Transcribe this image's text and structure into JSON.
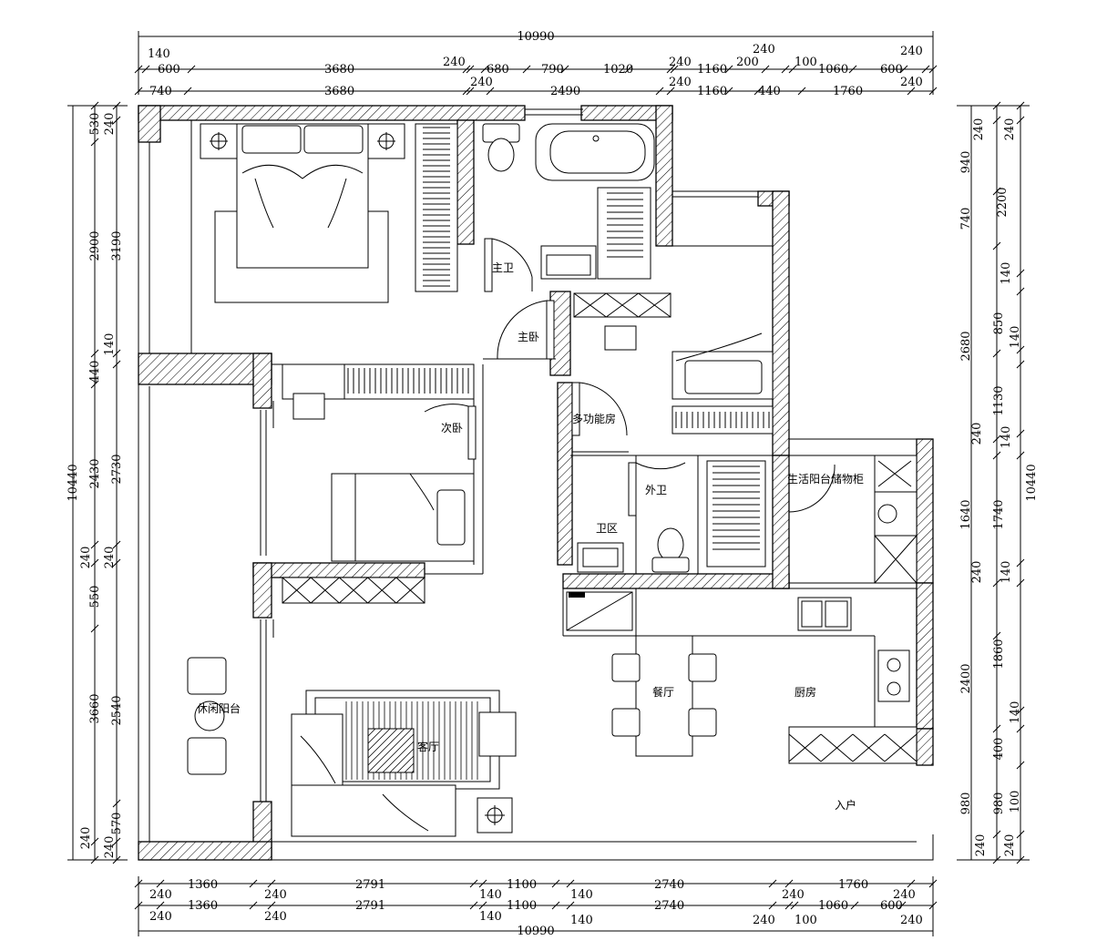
{
  "dims": {
    "top_total": "10990",
    "top_row1": [
      "140",
      "240",
      "240",
      "240",
      "240",
      "240"
    ],
    "top_row2": [
      "600",
      "3680",
      "680",
      "790",
      "1020",
      "1160",
      "200",
      "100",
      "1060",
      "600"
    ],
    "top_row3": [
      "740",
      "3680",
      "240",
      "2490",
      "240",
      "1160",
      "440",
      "1760",
      "240"
    ],
    "bottom_row1": [
      "240",
      "1360",
      "240",
      "2791",
      "140",
      "1100",
      "140",
      "2740",
      "240",
      "1760",
      "240"
    ],
    "bottom_row2": [
      "240",
      "1360",
      "240",
      "2791",
      "140",
      "1100",
      "140",
      "2740",
      "240",
      "100",
      "1060",
      "600",
      "240"
    ],
    "bottom_total": "10990",
    "left_total": "10440",
    "left_outer": [
      "530",
      "2900",
      "440",
      "2430",
      "240",
      "550",
      "3660",
      "240"
    ],
    "left_inner": [
      "240",
      "3190",
      "140",
      "2730",
      "240",
      "2540",
      "570",
      "240"
    ],
    "right_total": "10440",
    "right_outer": [
      "240",
      "940",
      "740",
      "2680",
      "240",
      "1640",
      "240",
      "2400",
      "980",
      "240"
    ],
    "right_inner": [
      "240",
      "2200",
      "140",
      "850",
      "140",
      "1130",
      "140",
      "1740",
      "140",
      "1860",
      "140",
      "400",
      "980",
      "100",
      "240"
    ]
  },
  "rooms": {
    "master_bath": "主卫",
    "master_bedroom_door": "主卧",
    "second_bedroom": "次卧",
    "study": "多功能房",
    "guest_bath": "外卫",
    "wash_area": "卫区",
    "storage": "生活阳台储物柜",
    "dining": "餐厅",
    "kitchen": "厨房",
    "living": "客厅",
    "entrance": "入户",
    "balcony": "休闲阳台"
  }
}
